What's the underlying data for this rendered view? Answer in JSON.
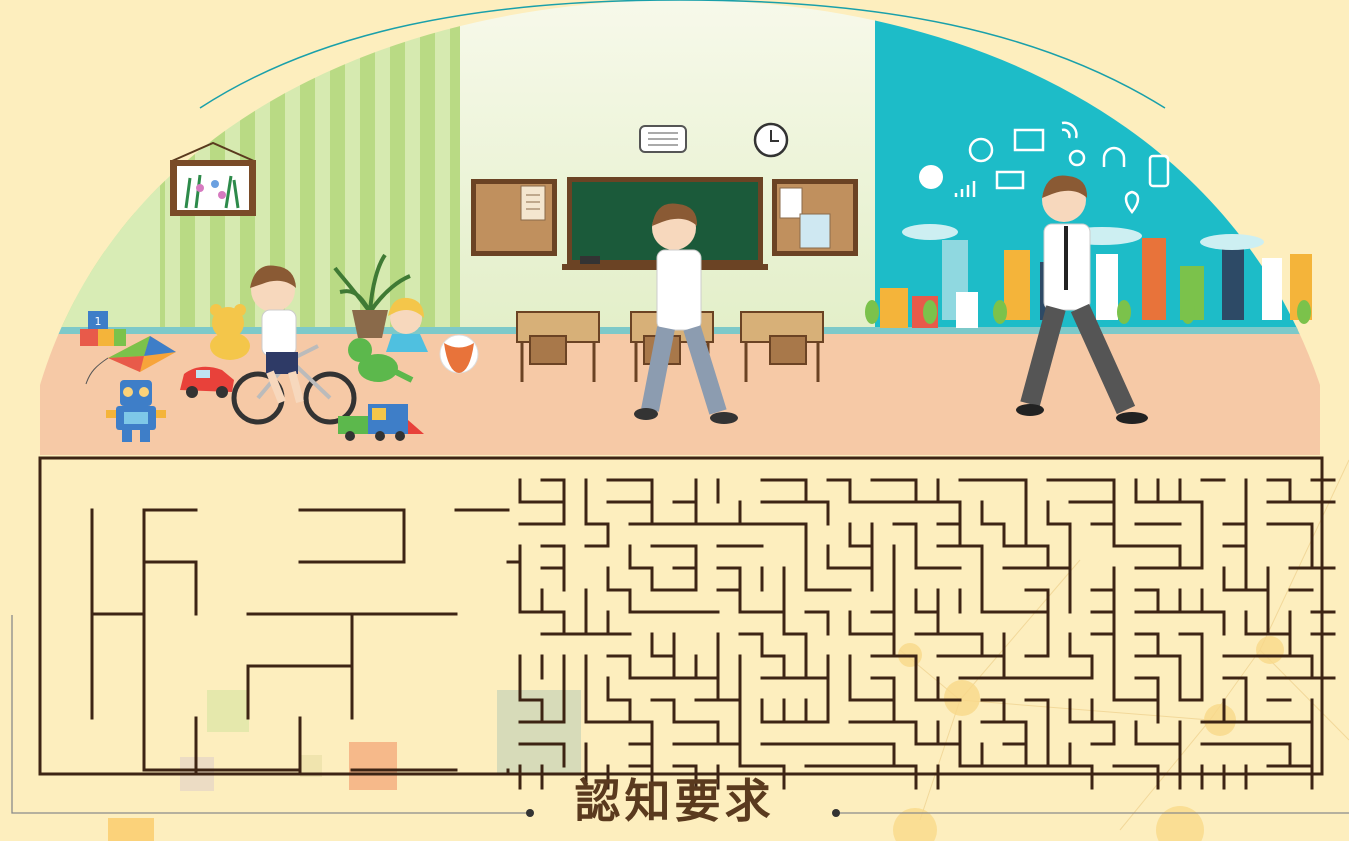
{
  "title": "認知要求",
  "stages": [
    "playroom",
    "classroom",
    "city"
  ],
  "colors": {
    "background": "#fdeebe",
    "floor": "#f6c9a6",
    "playroom_wall": "#cfe6a5",
    "playroom_stripe": "#b9da84",
    "classroom_wall": "#eef4dd",
    "city_sky": "#1dbcc8",
    "chalkboard": "#1b5a3a",
    "corkboard": "#b88a5c",
    "maze_line": "#3d2414",
    "title_text": "#5a3a1e",
    "arc": "#1aa0aa"
  },
  "icons": [
    "picture-frame-icon",
    "plant-icon",
    "toy-blocks-icon",
    "kite-icon",
    "robot-icon",
    "teddy-bear-icon",
    "toy-car-icon",
    "dinosaur-icon",
    "doll-icon",
    "beach-ball-icon",
    "toy-train-icon",
    "bicycle-icon",
    "air-conditioner-icon",
    "clock-icon",
    "chalkboard-icon",
    "desk-icon",
    "chat-icon",
    "signal-icon",
    "timer-icon",
    "mail-icon",
    "monitor-icon",
    "search-icon",
    "wifi-icon",
    "headphones-icon",
    "location-pin-icon",
    "phone-icon"
  ]
}
